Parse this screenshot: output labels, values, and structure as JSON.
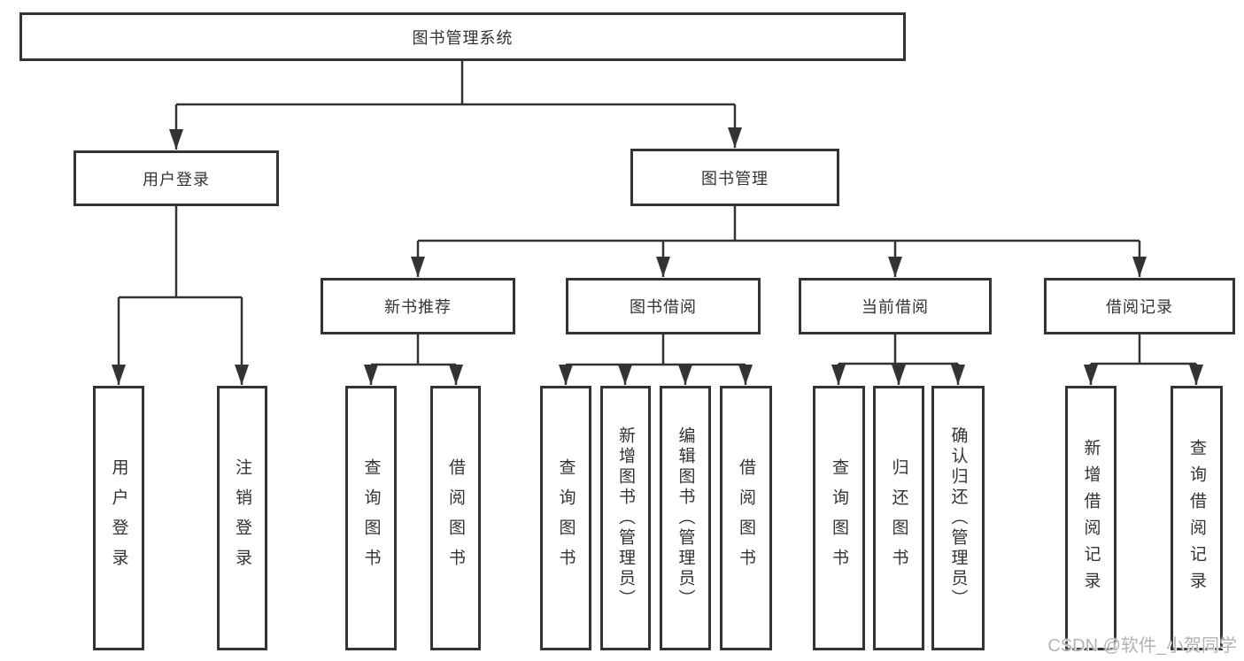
{
  "diagram": {
    "title": "图书管理系统",
    "root": {
      "label": "图书管理系统"
    },
    "level2": [
      {
        "label": "用户登录"
      },
      {
        "label": "图书管理"
      }
    ],
    "level3": [
      {
        "label": "新书推荐"
      },
      {
        "label": "图书借阅"
      },
      {
        "label": "当前借阅"
      },
      {
        "label": "借阅记录"
      }
    ],
    "leaves": [
      "用户登录",
      "注销登录",
      "查询图书",
      "借阅图书",
      "查询图书",
      "新增图书（管理员）",
      "编辑图书（管理员）",
      "借阅图书",
      "查询图书",
      "归还图书",
      "确认归还（管理员）",
      "新增借阅记录",
      "查询借阅记录"
    ],
    "hierarchy": {
      "图书管理系统": [
        "用户登录",
        "图书管理"
      ],
      "用户登录": [
        "用户登录",
        "注销登录"
      ],
      "图书管理": [
        "新书推荐",
        "图书借阅",
        "当前借阅",
        "借阅记录"
      ],
      "新书推荐": [
        "查询图书",
        "借阅图书"
      ],
      "图书借阅": [
        "查询图书",
        "新增图书（管理员）",
        "编辑图书（管理员）",
        "借阅图书"
      ],
      "当前借阅": [
        "查询图书",
        "归还图书",
        "确认归还（管理员）"
      ],
      "借阅记录": [
        "新增借阅记录",
        "查询借阅记录"
      ]
    }
  },
  "watermark": {
    "text": "CSDN @软件_小贺同学",
    "color": "#b3b3b3"
  },
  "colors": {
    "line": "#333333",
    "border": "#333333",
    "text": "#333333",
    "background": "#ffffff"
  }
}
